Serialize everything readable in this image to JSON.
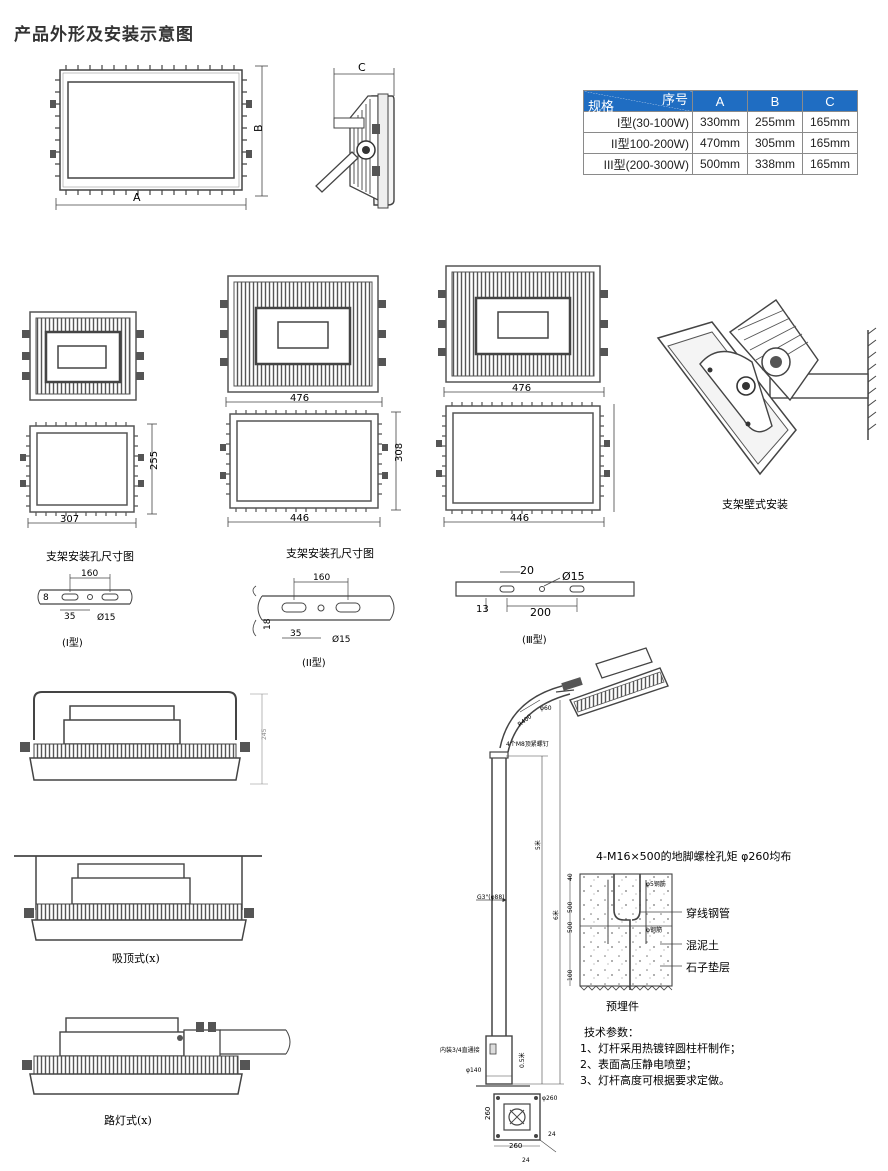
{
  "page": {
    "title": "产品外形及安装示意图"
  },
  "spec_table": {
    "header_left": "规格",
    "header_right": "序号",
    "columns": [
      "A",
      "B",
      "C"
    ],
    "rows": [
      {
        "type": "I型(30-100W)",
        "A": "330mm",
        "B": "255mm",
        "C": "165mm"
      },
      {
        "type": "II型100-200W)",
        "A": "470mm",
        "B": "305mm",
        "C": "165mm"
      },
      {
        "type": "III型(200-300W)",
        "A": "500mm",
        "B": "338mm",
        "C": "165mm"
      }
    ]
  },
  "outline": {
    "dim_a": "A",
    "dim_b": "B",
    "dim_c": "C"
  },
  "sizes": {
    "type1": {
      "w": "307",
      "h": "255"
    },
    "type2": {
      "top_w": "476",
      "w": "446",
      "h": "308"
    },
    "type3": {
      "top_w": "476",
      "w": "446"
    }
  },
  "wall_mount": {
    "caption": "支架壁式安装"
  },
  "bracket": {
    "caption": "支架安装孔尺寸图",
    "type1": {
      "label": "(I型)",
      "d160": "160",
      "d35": "35",
      "d8": "8",
      "phi": "Ø15"
    },
    "type2": {
      "label": "(II型)",
      "d160": "160",
      "d35": "35",
      "d18": "18",
      "phi": "Ø15"
    },
    "type3": {
      "label": "(Ⅲ型)",
      "d20": "20",
      "d13": "13",
      "d200": "200",
      "phi": "Ø15"
    }
  },
  "ceiling": {
    "caption": "吸顶式(x)"
  },
  "street": {
    "caption": "路灯式(x)"
  },
  "side_dim": "245",
  "pole": {
    "arm_dia": "φ60",
    "radius": "R400",
    "screw": "4个M8顶紧螺钉",
    "pipe": "G3\"(φ88)",
    "height_5": "5米",
    "height_6": "6米",
    "inner": "内装3/4直通接",
    "base_dia": "φ140",
    "base_h": "0.5米",
    "flange1": "260",
    "flange2": "260",
    "flange_dia": "φ260",
    "dim24": "24",
    "dim22": "24"
  },
  "foundation": {
    "title": "4-M16×500的地脚螺栓孔矩 φ260均布",
    "rebar": "φ5钢筋",
    "rebar2": "φ钢筋",
    "conduit": "穿线钢管",
    "concrete": "混泥土",
    "gravel": "石子垫层",
    "caption": "预埋件",
    "d40": "40",
    "d500a": "500",
    "d500b": "500",
    "d100": "100"
  },
  "tech": {
    "heading": "技术参数：",
    "items": [
      "1、灯杆采用热镀锌圆柱杆制作；",
      "2、表面高压静电喷塑；",
      "3、灯杆高度可根据要求定做。"
    ]
  }
}
